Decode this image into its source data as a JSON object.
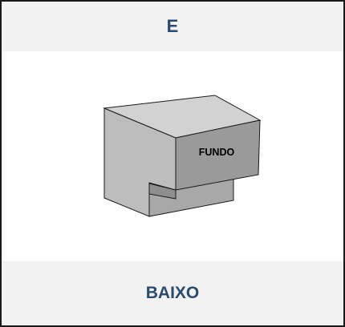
{
  "header": {
    "title": "E"
  },
  "figure": {
    "face_label": "FUNDO"
  },
  "footer": {
    "title": "BAIXO"
  },
  "colors": {
    "title_text": "#2a4a6e",
    "band_background": "#f2f2f2",
    "border": "#1a1a1a",
    "front_face": "#9a9a9a",
    "left_face": "#bdbdbd",
    "top_face": "#d2d2d2"
  }
}
